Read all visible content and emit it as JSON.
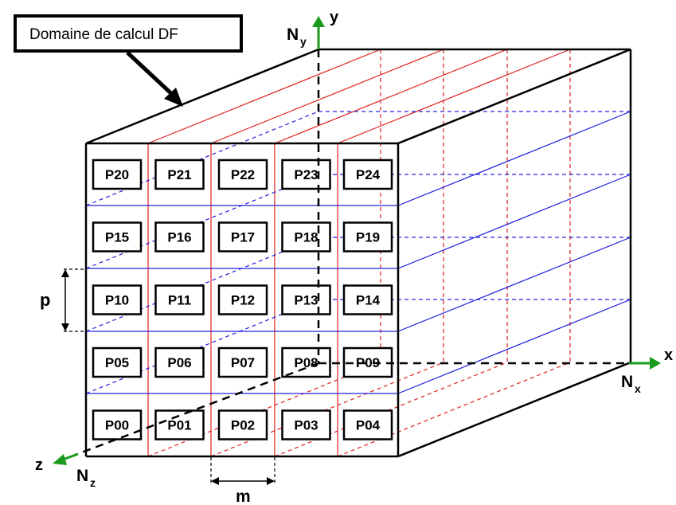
{
  "title_box": {
    "text": "Domaine de calcul DF"
  },
  "axes": {
    "y_label": "y",
    "y_count_base": "N",
    "y_count_sub": "y",
    "x_label": "x",
    "x_count_base": "N",
    "x_count_sub": "x",
    "z_label": "z",
    "z_count_base": "N",
    "z_count_sub": "z"
  },
  "dimensions": {
    "p_label": "p",
    "m_label": "m"
  },
  "grid": {
    "rows": [
      [
        "P20",
        "P21",
        "P22",
        "P23",
        "P24"
      ],
      [
        "P15",
        "P16",
        "P17",
        "P18",
        "P19"
      ],
      [
        "P10",
        "P11",
        "P12",
        "P13",
        "P14"
      ],
      [
        "P05",
        "P06",
        "P07",
        "P08",
        "P09"
      ],
      [
        "P00",
        "P01",
        "P02",
        "P03",
        "P04"
      ]
    ]
  },
  "colors": {
    "outline": "#000000",
    "column_lines": "#e02020",
    "row_lines": "#2020e0",
    "axis_arrows": "#1a9a1a"
  }
}
